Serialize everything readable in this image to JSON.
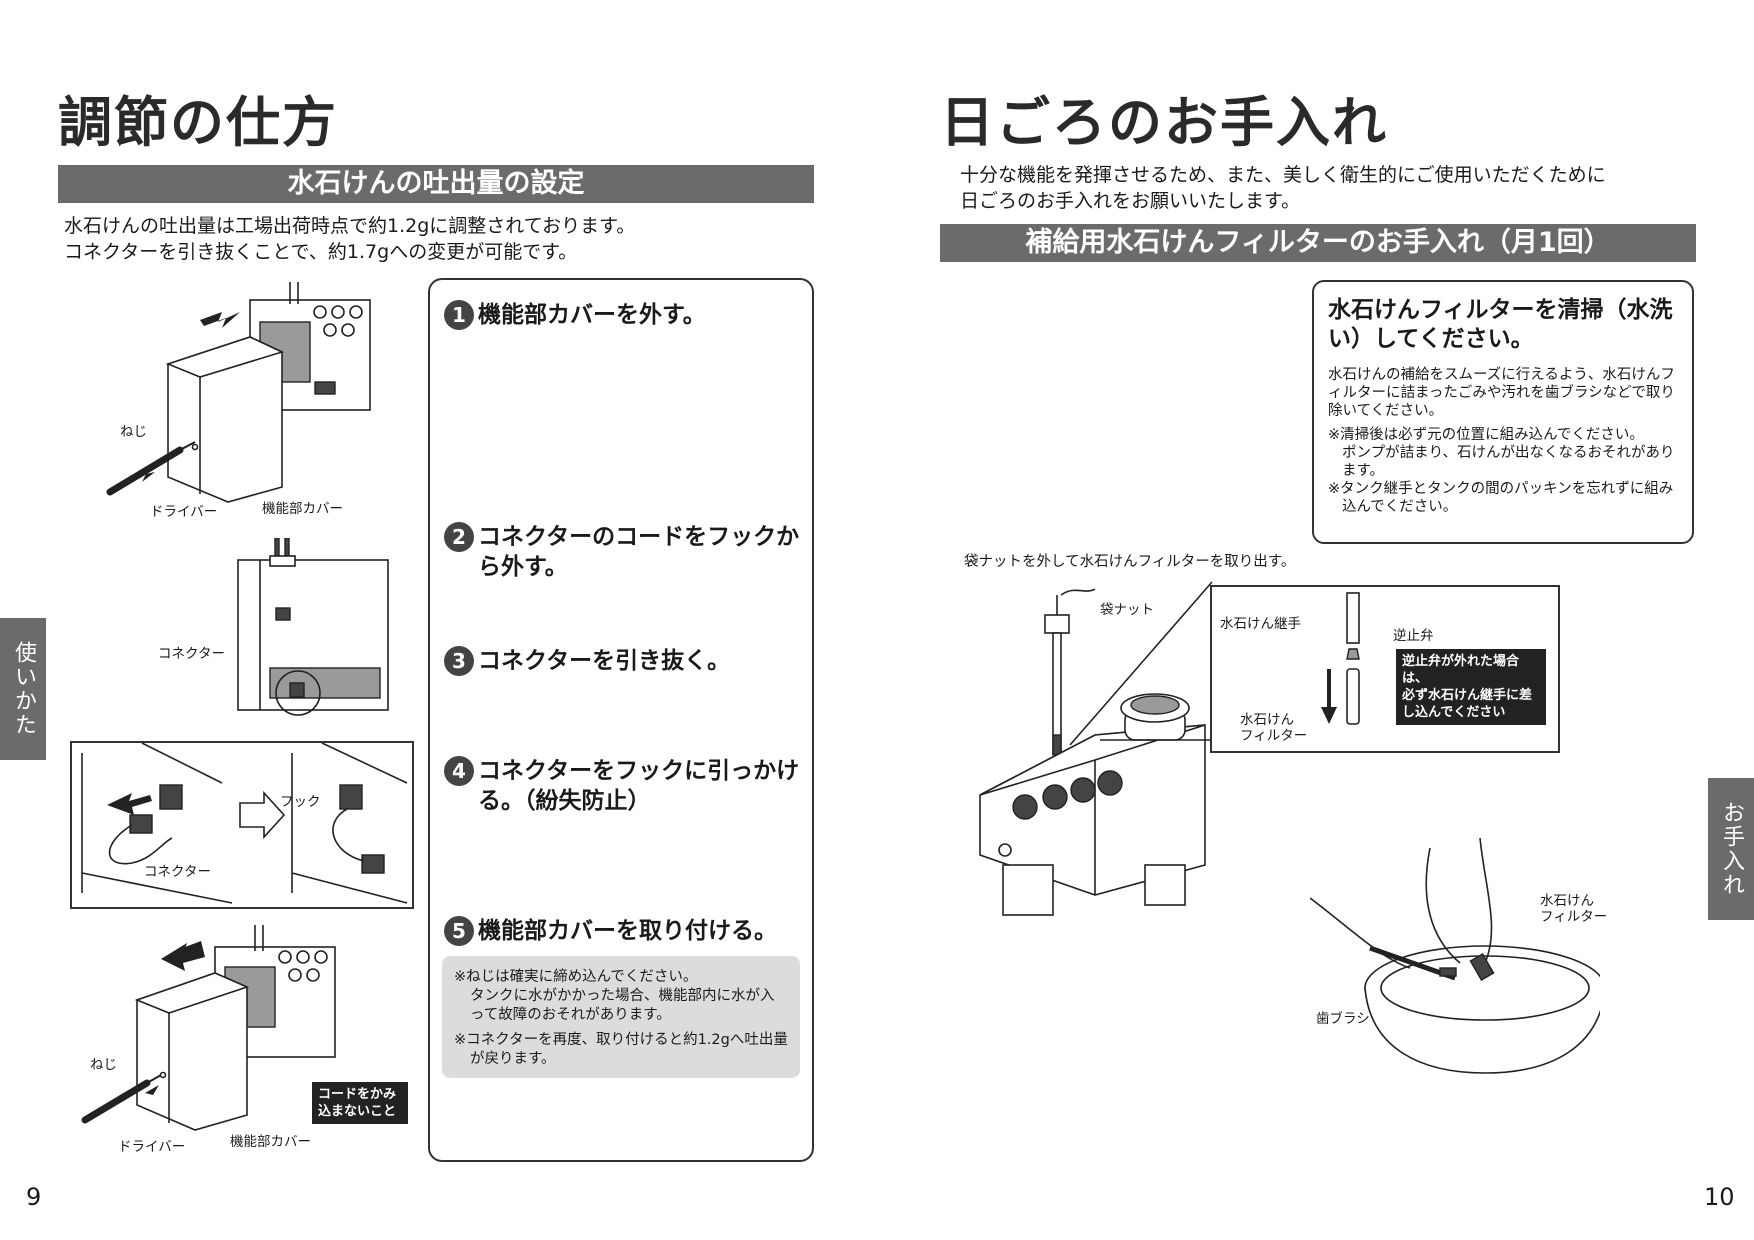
{
  "left": {
    "title": "調節の仕方",
    "section_bar": "水石けんの吐出量の設定",
    "intro": [
      "水石けんの吐出量は工場出荷時点で約1.2gに調整されております。",
      "コネクターを引き抜くことで、約1.7gへの変更が可能です。"
    ],
    "figure_labels": {
      "screw_top": "ねじ",
      "driver_top": "ドライバー",
      "cover_top": "機能部カバー",
      "connector_mid": "コネクター",
      "hook": "フック",
      "connector_detail": "コネクター",
      "screw_bottom": "ねじ",
      "driver_bottom": "ドライバー",
      "cover_bottom": "機能部カバー",
      "warning_tag": [
        "コードをかみ",
        "込まないこと"
      ]
    },
    "steps": [
      {
        "num": "1",
        "text": "機能部カバーを外す。"
      },
      {
        "num": "2",
        "text": "コネクターのコードをフックか\nら外す。"
      },
      {
        "num": "3",
        "text": "コネクターを引き抜く。"
      },
      {
        "num": "4",
        "text": "コネクターをフックに引っかけ\nる。（紛失防止）"
      },
      {
        "num": "5",
        "text": "機能部カバーを取り付ける。"
      }
    ],
    "notes": [
      "※ねじは確実に締め込んでください。\nタンクに水がかかった場合、機能部内に水が入って故障のおそれがあります。",
      "※コネクターを再度、取り付けると約1.2gへ吐出量が戻ります。"
    ],
    "side_tab": "使いかた",
    "page_number": "9"
  },
  "right": {
    "title": "日ごろのお手入れ",
    "intro": [
      "十分な機能を発揮させるため、また、美しく衛生的にご使用いただくために",
      "日ごろのお手入れをお願いいたします。"
    ],
    "section_bar": "補給用水石けんフィルターのお手入れ（月1回）",
    "callout": {
      "title": "水石けんフィルターを清掃（水洗い）してください。",
      "body": "水石けんの補給をスムーズに行えるよう、水石けんフィルターに詰まったごみや汚れを歯ブラシなどで取り除いてください。",
      "notes": [
        "※清掃後は必ず元の位置に組み込んでください。\nポンプが詰まり、石けんが出なくなるおそれがあります。",
        "※タンク継手とタンクの間のパッキンを忘れずに組み込んでください。"
      ]
    },
    "instruction": "袋ナットを外して水石けんフィルターを取り出す。",
    "figure_labels": {
      "bag_nut": "袋ナット",
      "joint": "水石けん継手",
      "check_valve": "逆止弁",
      "filter_detail": [
        "水石けん",
        "フィルター"
      ],
      "filter_wash": [
        "水石けん",
        "フィルター"
      ],
      "toothbrush": "歯ブラシ",
      "warning_tag": [
        "逆止弁が外れた場合は、",
        "必ず水石けん継手に差",
        "し込んでください"
      ]
    },
    "side_tab": "お手入れ",
    "page_number": "10"
  }
}
